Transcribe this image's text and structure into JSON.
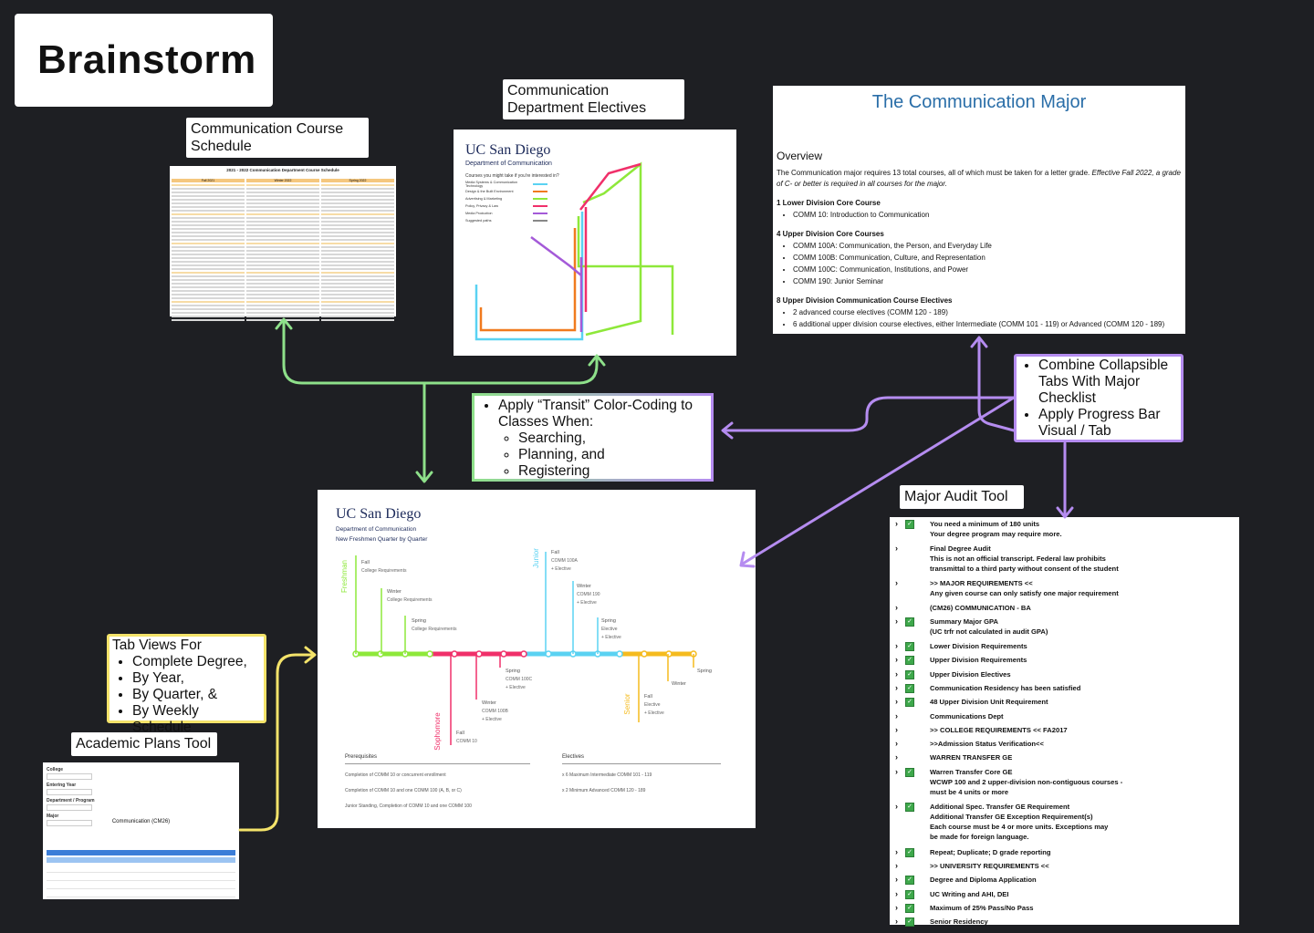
{
  "board": {
    "title": "Brainstorm"
  },
  "labels": {
    "schedule": "Communication Course Schedule",
    "electives": "Communication Department Electives",
    "audit": "Major Audit Tool",
    "plans": "Academic Plans Tool"
  },
  "notes": {
    "transit": {
      "intro": "Apply “Transit” Color-Coding to Classes  When:",
      "items": [
        "Searching,",
        "Planning, and",
        "Registering"
      ]
    },
    "combine": {
      "items": [
        "Combine Collapsible Tabs With Major Checklist",
        "Apply Progress Bar Visual / Tab"
      ]
    },
    "tabs": {
      "intro": "Tab Views For",
      "items": [
        "Complete Degree,",
        "By Year,",
        "By Quarter,  &",
        "By Weekly Schedule"
      ]
    }
  },
  "colors": {
    "green_connector": "#8ee08a",
    "purple_connector": "#b58cf0",
    "yellow_connector": "#f4e36a",
    "freshman": "#8ee83a",
    "sophomore": "#f0306a",
    "junior": "#5ad2f2",
    "senior": "#f5bb1e"
  },
  "schedule_thumb": {
    "title": "2021 - 2022 Communication Department Course Schedule",
    "cols": [
      "Fall 2021",
      "Winter 2022",
      "Spring 2022"
    ]
  },
  "electives_map": {
    "brand": "UC San Diego",
    "dept": "Department of Communication",
    "subtitle": "Courses you might take if you're interested in?",
    "legend": [
      {
        "label": "Media Systems & Communication Technology",
        "color": "#5ad2f2"
      },
      {
        "label": "Design & the Built Environment",
        "color": "#f07a1e"
      },
      {
        "label": "Advertising & Marketing",
        "color": "#8ee83a"
      },
      {
        "label": "Policy, Privacy & Law",
        "color": "#f0306a"
      },
      {
        "label": "Media Production",
        "color": "#a45ad8"
      },
      {
        "label": "Suggested paths",
        "color": "#888888"
      }
    ]
  },
  "major_doc": {
    "title": "The Communication Major",
    "overview": "Overview",
    "intro": "The Communication major requires 13 total courses, all of which must be taken for a letter grade.",
    "intro_em": "Effective Fall 2022, a grade of C- or better is required in all courses for the major.",
    "sections": [
      {
        "heading": "1 Lower Division Core Course",
        "items": [
          "COMM 10: Introduction to Communication"
        ]
      },
      {
        "heading": "4 Upper Division Core Courses",
        "items": [
          "COMM 100A: Communication, the Person, and Everyday Life",
          "COMM 100B: Communication, Culture, and Representation",
          "COMM 100C: Communication, Institutions, and Power",
          "COMM 190: Junior Seminar"
        ]
      },
      {
        "heading": "8 Upper Division Communication Course Electives",
        "items": [
          "2 advanced course electives (COMM 120 - 189)",
          "6 additional upper division course electives, either Intermediate (COMM 101 - 119) or Advanced (COMM 120 - 189)"
        ]
      }
    ]
  },
  "timeline": {
    "brand": "UC San Diego",
    "dept": "Department of Communication",
    "sub": "New Freshmen Quarter by Quarter",
    "years": [
      "Freshman",
      "Sophomore",
      "Junior",
      "Senior"
    ],
    "freshman": [
      {
        "q": "Fall",
        "t": "College Requirements"
      },
      {
        "q": "Winter",
        "t": "College Requirements"
      },
      {
        "q": "Spring",
        "t": "College Requirements"
      }
    ],
    "sophomore": [
      {
        "q": "Fall",
        "t": "COMM 10"
      },
      {
        "q": "Winter",
        "t": "COMM 100B",
        "e": "+ Elective"
      },
      {
        "q": "Spring",
        "t": "COMM 100C",
        "e": "+ Elective"
      }
    ],
    "junior": [
      {
        "q": "Fall",
        "t": "COMM 100A",
        "e": "+ Elective"
      },
      {
        "q": "Winter",
        "t": "COMM 190",
        "e": "+ Elective"
      },
      {
        "q": "Spring",
        "t": "Elective",
        "e": "+ Elective"
      }
    ],
    "senior": [
      {
        "q": "Fall",
        "t": "Elective",
        "e": "+ Elective"
      },
      {
        "q": "Winter",
        "t": ""
      },
      {
        "q": "Spring",
        "t": ""
      }
    ],
    "prereq_title": "Prerequisites",
    "prereqs": [
      "Completion of COMM 10 or concurrent enrollment",
      "Completion of COMM 10 and one COMM 100 (A, B, or C)",
      "Junior Standing, Completion of COMM 10 and one COMM 100"
    ],
    "elect_title": "Electives",
    "electives": [
      "x 6  Maximum Intermediate COMM 101 - 119",
      "x 2  Minimum Advanced COMM 120 - 189"
    ]
  },
  "audit_rows": [
    {
      "check": true,
      "lines": [
        "You need a minimum of 180 units",
        "Your degree program may require more."
      ]
    },
    {
      "check": false,
      "lines": [
        "Final Degree Audit",
        "This is not an official transcript. Federal law prohibits",
        "transmittal to a third party without consent of the student"
      ]
    },
    {
      "check": false,
      "lines": [
        ">> MAJOR REQUIREMENTS <<",
        "Any given course can only satisfy one major requirement"
      ]
    },
    {
      "check": false,
      "lines": [
        "(CM26) COMMUNICATION - BA"
      ]
    },
    {
      "check": true,
      "lines": [
        "Summary Major GPA",
        "(UC trfr not calculated in audit GPA)"
      ]
    },
    {
      "check": true,
      "lines": [
        "Lower Division Requirements"
      ]
    },
    {
      "check": true,
      "lines": [
        "Upper Division Requirements"
      ]
    },
    {
      "check": true,
      "lines": [
        "Upper Division Electives"
      ]
    },
    {
      "check": true,
      "lines": [
        "Communication Residency has been satisfied"
      ]
    },
    {
      "check": true,
      "lines": [
        "48 Upper Division Unit Requirement"
      ]
    },
    {
      "check": false,
      "lines": [
        "Communications Dept"
      ]
    },
    {
      "check": false,
      "lines": [
        ">> COLLEGE REQUIREMENTS << FA2017"
      ]
    },
    {
      "check": false,
      "lines": [
        ">>Admission Status Verification<<"
      ]
    },
    {
      "check": false,
      "lines": [
        "WARREN TRANSFER GE"
      ]
    },
    {
      "check": true,
      "lines": [
        "Warren Transfer Core GE",
        "WCWP 100 and 2 upper-division non-contiguous courses -",
        "must be 4 units or more"
      ]
    },
    {
      "check": true,
      "lines": [
        "Additional Spec. Transfer GE Requirement",
        "Additional Transfer GE Exception Requirement(s)",
        "Each course must be 4 or more units. Exceptions may",
        "be made for foreign language."
      ]
    },
    {
      "check": true,
      "lines": [
        "Repeat; Duplicate; D grade reporting"
      ]
    },
    {
      "check": false,
      "lines": [
        ">> UNIVERSITY REQUIREMENTS <<"
      ]
    },
    {
      "check": true,
      "lines": [
        "Degree and Diploma Application"
      ]
    },
    {
      "check": true,
      "lines": [
        "UC Writing and AHI, DEI"
      ]
    },
    {
      "check": true,
      "lines": [
        "Maximum of 25% Pass/No Pass"
      ]
    },
    {
      "check": true,
      "lines": [
        "Senior Residency"
      ]
    }
  ],
  "plans_thumb": {
    "fields": [
      "College",
      "Entering Year",
      "Department / Program",
      "Major"
    ],
    "heading": "Communication (CM26)"
  }
}
